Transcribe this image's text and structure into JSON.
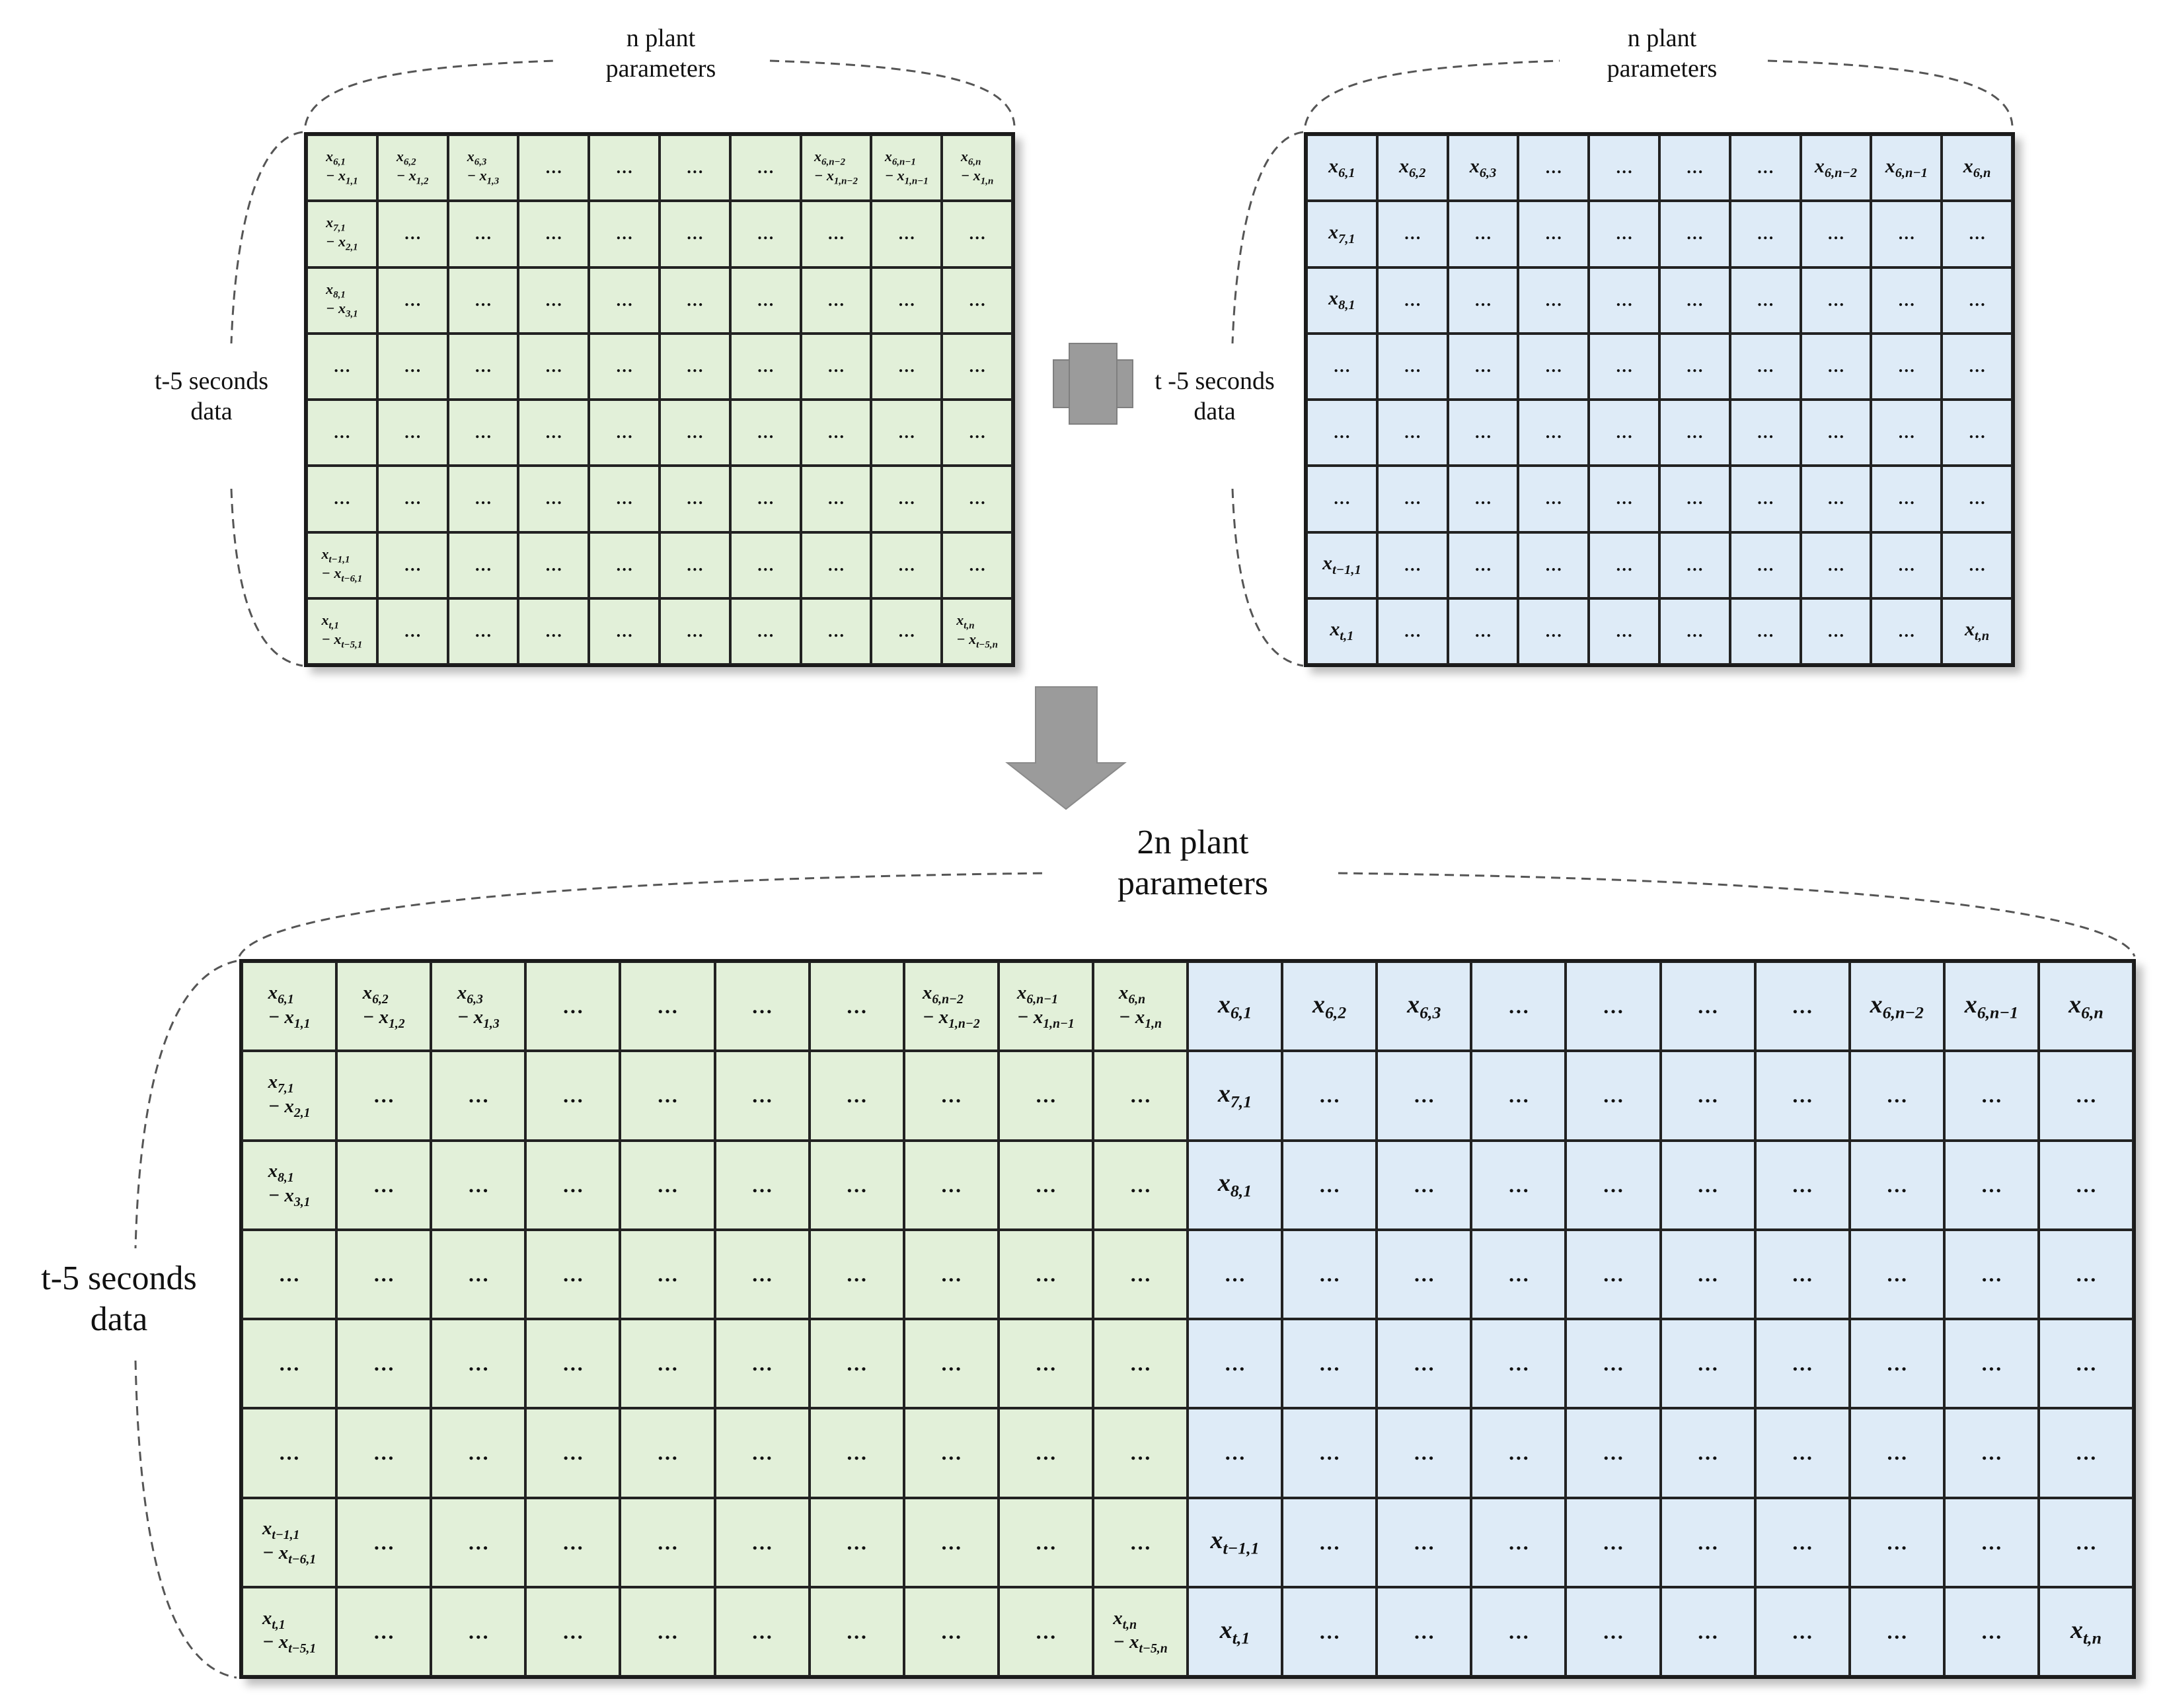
{
  "top_left": {
    "col_label": "n plant\nparameters",
    "row_label": "t-5 seconds\ndata",
    "rows": [
      [
        "x6,1|− x1,1",
        "x6,2|− x1,2",
        "x6,3|− x1,3",
        "…",
        "…",
        "…",
        "…",
        "x6,n−2|− x1,n−2",
        "x6,n−1|− x1,n−1",
        "x6,n|− x1,n"
      ],
      [
        "x7,1|− x2,1",
        "…",
        "…",
        "…",
        "…",
        "…",
        "…",
        "…",
        "…",
        "…"
      ],
      [
        "x8,1|− x3,1",
        "…",
        "…",
        "…",
        "…",
        "…",
        "…",
        "…",
        "…",
        "…"
      ],
      [
        "…",
        "…",
        "…",
        "…",
        "…",
        "…",
        "…",
        "…",
        "…",
        "…"
      ],
      [
        "…",
        "…",
        "…",
        "…",
        "…",
        "…",
        "…",
        "…",
        "…",
        "…"
      ],
      [
        "…",
        "…",
        "…",
        "…",
        "…",
        "…",
        "…",
        "…",
        "…",
        "…"
      ],
      [
        "xt−1,1|− xt−6,1",
        "…",
        "…",
        "…",
        "…",
        "…",
        "…",
        "…",
        "…",
        "…"
      ],
      [
        "xt,1|− xt−5,1",
        "…",
        "…",
        "…",
        "…",
        "…",
        "…",
        "…",
        "…",
        "xt,n|− xt−5,n"
      ]
    ]
  },
  "top_right": {
    "col_label": "n plant\nparameters",
    "row_label": "t -5 seconds\ndata",
    "rows": [
      [
        "x6,1",
        "x6,2",
        "x6,3",
        "…",
        "…",
        "…",
        "…",
        "x6,n−2",
        "x6,n−1",
        "x6,n"
      ],
      [
        "x7,1",
        "…",
        "…",
        "…",
        "…",
        "…",
        "…",
        "…",
        "…",
        "…"
      ],
      [
        "x8,1",
        "…",
        "…",
        "…",
        "…",
        "…",
        "…",
        "…",
        "…",
        "…"
      ],
      [
        "…",
        "…",
        "…",
        "…",
        "…",
        "…",
        "…",
        "…",
        "…",
        "…"
      ],
      [
        "…",
        "…",
        "…",
        "…",
        "…",
        "…",
        "…",
        "…",
        "…",
        "…"
      ],
      [
        "…",
        "…",
        "…",
        "…",
        "…",
        "…",
        "…",
        "…",
        "…",
        "…"
      ],
      [
        "xt−1,1",
        "…",
        "…",
        "…",
        "…",
        "…",
        "…",
        "…",
        "…",
        "…"
      ],
      [
        "xt,1",
        "…",
        "…",
        "…",
        "…",
        "…",
        "…",
        "…",
        "…",
        "xt,n"
      ]
    ]
  },
  "bottom": {
    "col_label": "2n plant\nparameters",
    "row_label": "t-5 seconds\ndata",
    "rows": [
      [
        "x6,1|− x1,1",
        "x6,2|− x1,2",
        "x6,3|− x1,3",
        "…",
        "…",
        "…",
        "…",
        "x6,n−2|− x1,n−2",
        "x6,n−1|− x1,n−1",
        "x6,n|− x1,n",
        "x6,1",
        "x6,2",
        "x6,3",
        "…",
        "…",
        "…",
        "…",
        "x6,n−2",
        "x6,n−1",
        "x6,n"
      ],
      [
        "x7,1|− x2,1",
        "…",
        "…",
        "…",
        "…",
        "…",
        "…",
        "…",
        "…",
        "…",
        "x7,1",
        "…",
        "…",
        "…",
        "…",
        "…",
        "…",
        "…",
        "…",
        "…"
      ],
      [
        "x8,1|− x3,1",
        "…",
        "…",
        "…",
        "…",
        "…",
        "…",
        "…",
        "…",
        "…",
        "x8,1",
        "…",
        "…",
        "…",
        "…",
        "…",
        "…",
        "…",
        "…",
        "…"
      ],
      [
        "…",
        "…",
        "…",
        "…",
        "…",
        "…",
        "…",
        "…",
        "…",
        "…",
        "…",
        "…",
        "…",
        "…",
        "…",
        "…",
        "…",
        "…",
        "…",
        "…"
      ],
      [
        "…",
        "…",
        "…",
        "…",
        "…",
        "…",
        "…",
        "…",
        "…",
        "…",
        "…",
        "…",
        "…",
        "…",
        "…",
        "…",
        "…",
        "…",
        "…",
        "…"
      ],
      [
        "…",
        "…",
        "…",
        "…",
        "…",
        "…",
        "…",
        "…",
        "…",
        "…",
        "…",
        "…",
        "…",
        "…",
        "…",
        "…",
        "…",
        "…",
        "…",
        "…"
      ],
      [
        "xt−1,1|− xt−6,1",
        "…",
        "…",
        "…",
        "…",
        "…",
        "…",
        "…",
        "…",
        "…",
        "xt−1,1",
        "…",
        "…",
        "…",
        "…",
        "…",
        "…",
        "…",
        "…",
        "…"
      ],
      [
        "xt,1|− xt−5,1",
        "…",
        "…",
        "…",
        "…",
        "…",
        "…",
        "…",
        "…",
        "xt,n|− xt−5,n",
        "xt,1",
        "…",
        "…",
        "…",
        "…",
        "…",
        "…",
        "…",
        "…",
        "xt,n"
      ]
    ]
  },
  "colors": {
    "green": "#e2f0d9",
    "blue": "#deebf7",
    "arrow": "#9b9b9b"
  },
  "icons": {
    "plus": "plus-icon",
    "down_arrow": "down-arrow-icon"
  }
}
